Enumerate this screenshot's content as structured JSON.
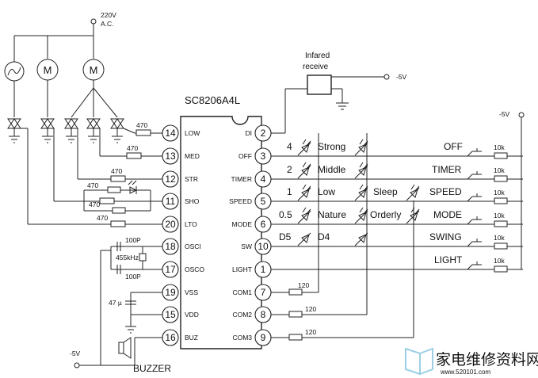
{
  "ic": {
    "part_number": "SC8206A4L",
    "pins": {
      "p14": {
        "num": "14",
        "name": "LOW"
      },
      "p13": {
        "num": "13",
        "name": "MED"
      },
      "p12": {
        "num": "12",
        "name": "STR"
      },
      "p11": {
        "num": "11",
        "name": "SHO"
      },
      "p20": {
        "num": "20",
        "name": "LTO"
      },
      "p18": {
        "num": "18",
        "name": "OSCI"
      },
      "p17": {
        "num": "17",
        "name": "OSCO"
      },
      "p19": {
        "num": "19",
        "name": "VSS"
      },
      "p15": {
        "num": "15",
        "name": "VDD"
      },
      "p16": {
        "num": "16",
        "name": "BUZ"
      },
      "p2": {
        "num": "2",
        "name": "DI"
      },
      "p3": {
        "num": "3",
        "name": "OFF"
      },
      "p4": {
        "num": "4",
        "name": "TIMER"
      },
      "p5": {
        "num": "5",
        "name": "SPEED"
      },
      "p6": {
        "num": "6",
        "name": "MODE"
      },
      "p10": {
        "num": "10",
        "name": "SW"
      },
      "p1": {
        "num": "1",
        "name": "LIGHT"
      },
      "p7": {
        "num": "7",
        "name": "COM1"
      },
      "p8": {
        "num": "8",
        "name": "COM2"
      },
      "p9": {
        "num": "9",
        "name": "COM3"
      }
    }
  },
  "mains": {
    "voltage": "220V",
    "type": "A.C."
  },
  "motors": {
    "m1": "M",
    "m2": "M"
  },
  "resistors": {
    "low": "470",
    "med": "470",
    "str": "470",
    "sho": "470",
    "sho_led": "470",
    "lto": "470"
  },
  "oscillator": {
    "cap1": "100P",
    "cap2": "100P",
    "crystal": "455kHz"
  },
  "power": {
    "cap": "47 µ"
  },
  "buzzer": {
    "supply": "-5V",
    "label": "BUZZER"
  },
  "infrared": {
    "label_line1": "Infared",
    "label_line2": "receive",
    "supply": "-5V"
  },
  "led_matrix": {
    "com_resistors": [
      "120",
      "120",
      "120"
    ],
    "labels": [
      "4",
      "Strong",
      "2",
      "Middle",
      "1",
      "Low",
      "Sleep",
      "0.5",
      "Nature",
      "Orderly",
      "D5",
      "D4"
    ]
  },
  "keys": {
    "supply": "-5V",
    "items": [
      {
        "label": "OFF",
        "resistor": "10k"
      },
      {
        "label": "TIMER",
        "resistor": "10k"
      },
      {
        "label": "SPEED",
        "resistor": "10k"
      },
      {
        "label": "MODE",
        "resistor": "10k"
      },
      {
        "label": "SWING",
        "resistor": "10k"
      },
      {
        "label": "LIGHT",
        "resistor": "10k"
      }
    ]
  },
  "watermark": {
    "text": "家电维修资料网",
    "url": "www.520101.com"
  }
}
